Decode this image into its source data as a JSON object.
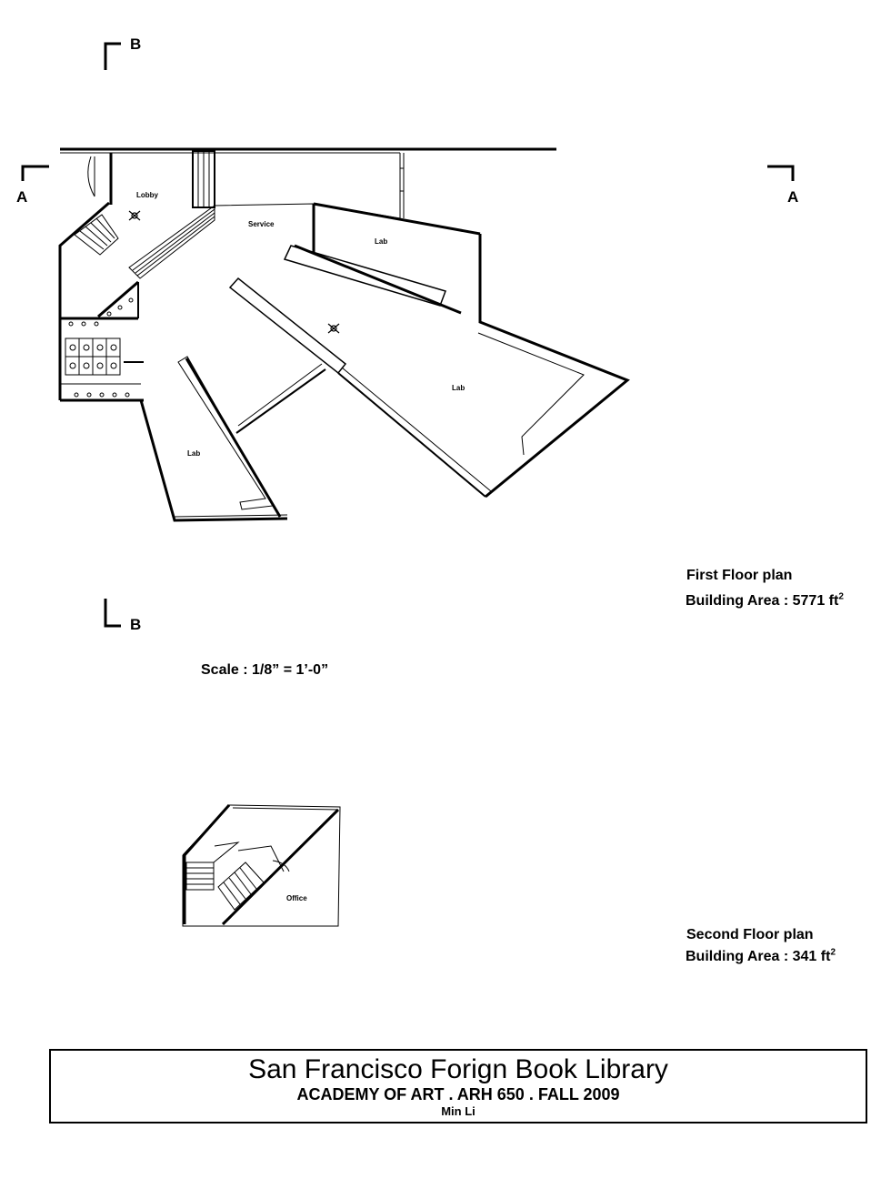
{
  "plan_sections": {
    "a": "A",
    "b": "B"
  },
  "first_floor": {
    "rooms": {
      "lobby": "Lobby",
      "service": "Service",
      "lab_north": "Lab",
      "lab_east": "Lab",
      "lab_south": "Lab"
    },
    "caption": "First Floor plan",
    "area_label": "Building Area : 5771 ft",
    "area_unit_sup": "2"
  },
  "second_floor": {
    "rooms": {
      "office": "Office"
    },
    "caption": "Second Floor plan",
    "area_label": "Building Area : 341 ft",
    "area_unit_sup": "2"
  },
  "scale": "Scale : 1/8” = 1’-0”",
  "title_block": {
    "title": "San Francisco Forign Book Library",
    "subtitle": "ACADEMY OF ART . ARH 650 . FALL 2009",
    "author": "Min Li"
  }
}
